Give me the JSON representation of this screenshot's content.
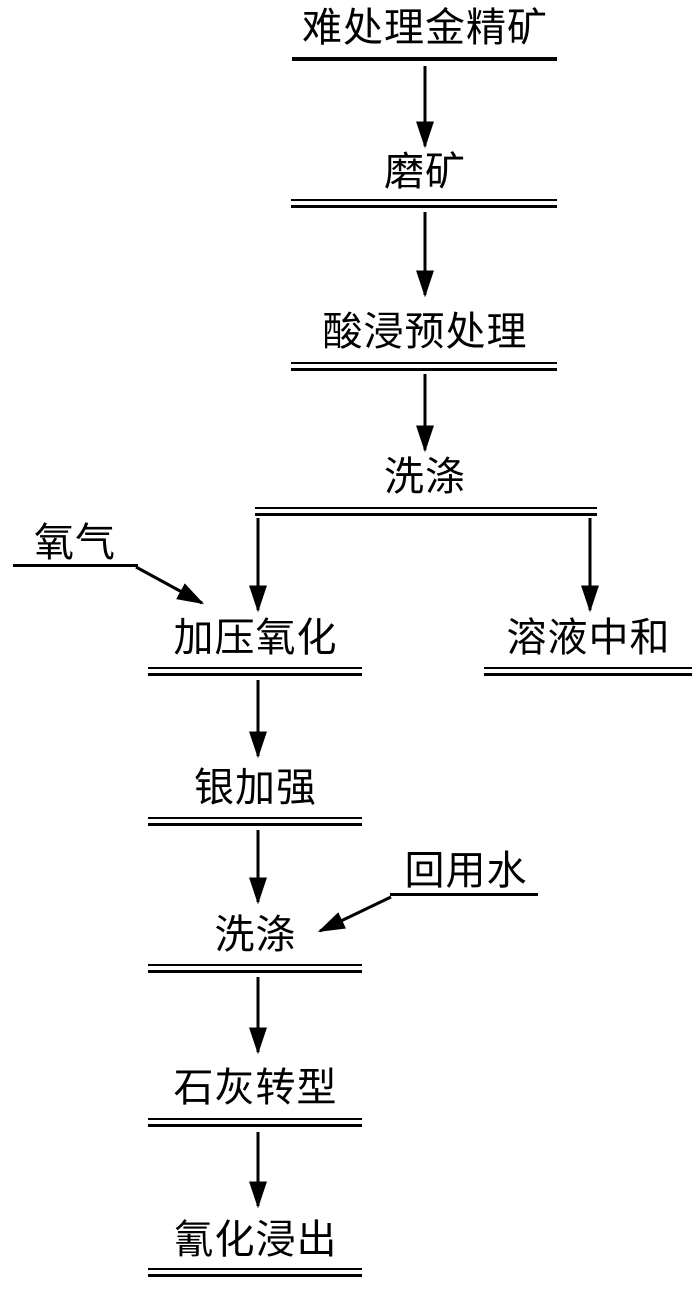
{
  "diagram": {
    "type": "flowchart",
    "colors": {
      "ink": "#000000",
      "background": "#ffffff"
    },
    "nodes": {
      "source": {
        "label": "难处理金精矿"
      },
      "grinding": {
        "label": "磨矿"
      },
      "acid_leach_pretreatment": {
        "label": "酸浸预处理"
      },
      "washing_1": {
        "label": "洗涤"
      },
      "oxygen_input": {
        "label": "氧气"
      },
      "pressure_oxidation": {
        "label": "加压氧化"
      },
      "solution_neutralization": {
        "label": "溶液中和"
      },
      "silver_enhancement": {
        "label": "银加强"
      },
      "recycled_water_input": {
        "label": "回用水"
      },
      "washing_2": {
        "label": "洗涤"
      },
      "lime_conversion": {
        "label": "石灰转型"
      },
      "cyanide_leaching": {
        "label": "氰化浸出"
      }
    },
    "edges": [
      {
        "from": "source",
        "to": "grinding"
      },
      {
        "from": "grinding",
        "to": "acid_leach_pretreatment"
      },
      {
        "from": "acid_leach_pretreatment",
        "to": "washing_1"
      },
      {
        "from": "washing_1",
        "to": "pressure_oxidation"
      },
      {
        "from": "washing_1",
        "to": "solution_neutralization"
      },
      {
        "from": "oxygen_input",
        "to": "pressure_oxidation"
      },
      {
        "from": "pressure_oxidation",
        "to": "silver_enhancement"
      },
      {
        "from": "silver_enhancement",
        "to": "washing_2"
      },
      {
        "from": "recycled_water_input",
        "to": "washing_2"
      },
      {
        "from": "washing_2",
        "to": "lime_conversion"
      },
      {
        "from": "lime_conversion",
        "to": "cyanide_leaching"
      }
    ]
  }
}
